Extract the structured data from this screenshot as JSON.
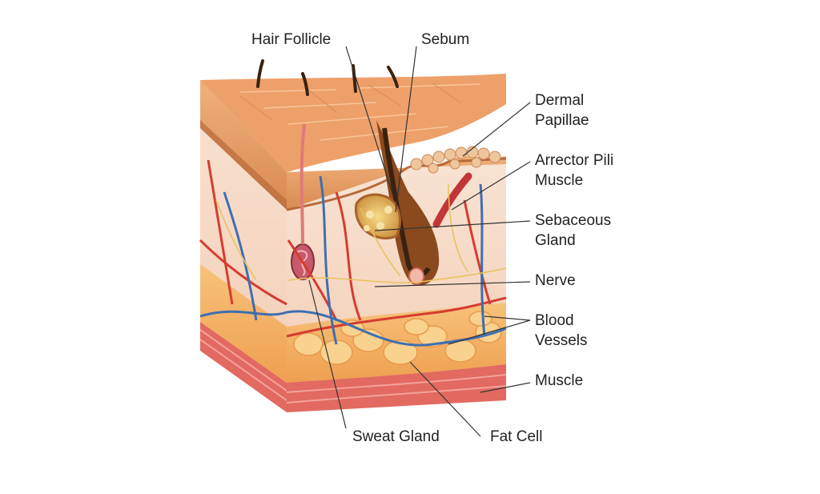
{
  "labels": {
    "hair_follicle": "Hair Follicle",
    "sebum": "Sebum",
    "dermal_papillae": [
      "Dermal",
      "Papillae"
    ],
    "arrector_pili": [
      "Arrector Pili",
      "Muscle"
    ],
    "sebaceous_gland": [
      "Sebaceous",
      "Gland"
    ],
    "nerve": "Nerve",
    "blood_vessels": [
      "Blood",
      "Vessels"
    ],
    "muscle": "Muscle",
    "sweat_gland": "Sweat Gland",
    "fat_cell": "Fat Cell"
  },
  "colors": {
    "epidermis": "#e9a36c",
    "epidermis_dark": "#b86a3a",
    "dermis": "#f6d8c3",
    "fat": "#f3b25e",
    "fat_cell": "#f7c978",
    "muscle": "#e35a55",
    "artery": "#d63c30",
    "vein": "#3f6fb0",
    "nerve": "#e8c25a",
    "hair": "#3a2210",
    "follicle": "#8a4a1e",
    "leader_line": "#333333"
  }
}
